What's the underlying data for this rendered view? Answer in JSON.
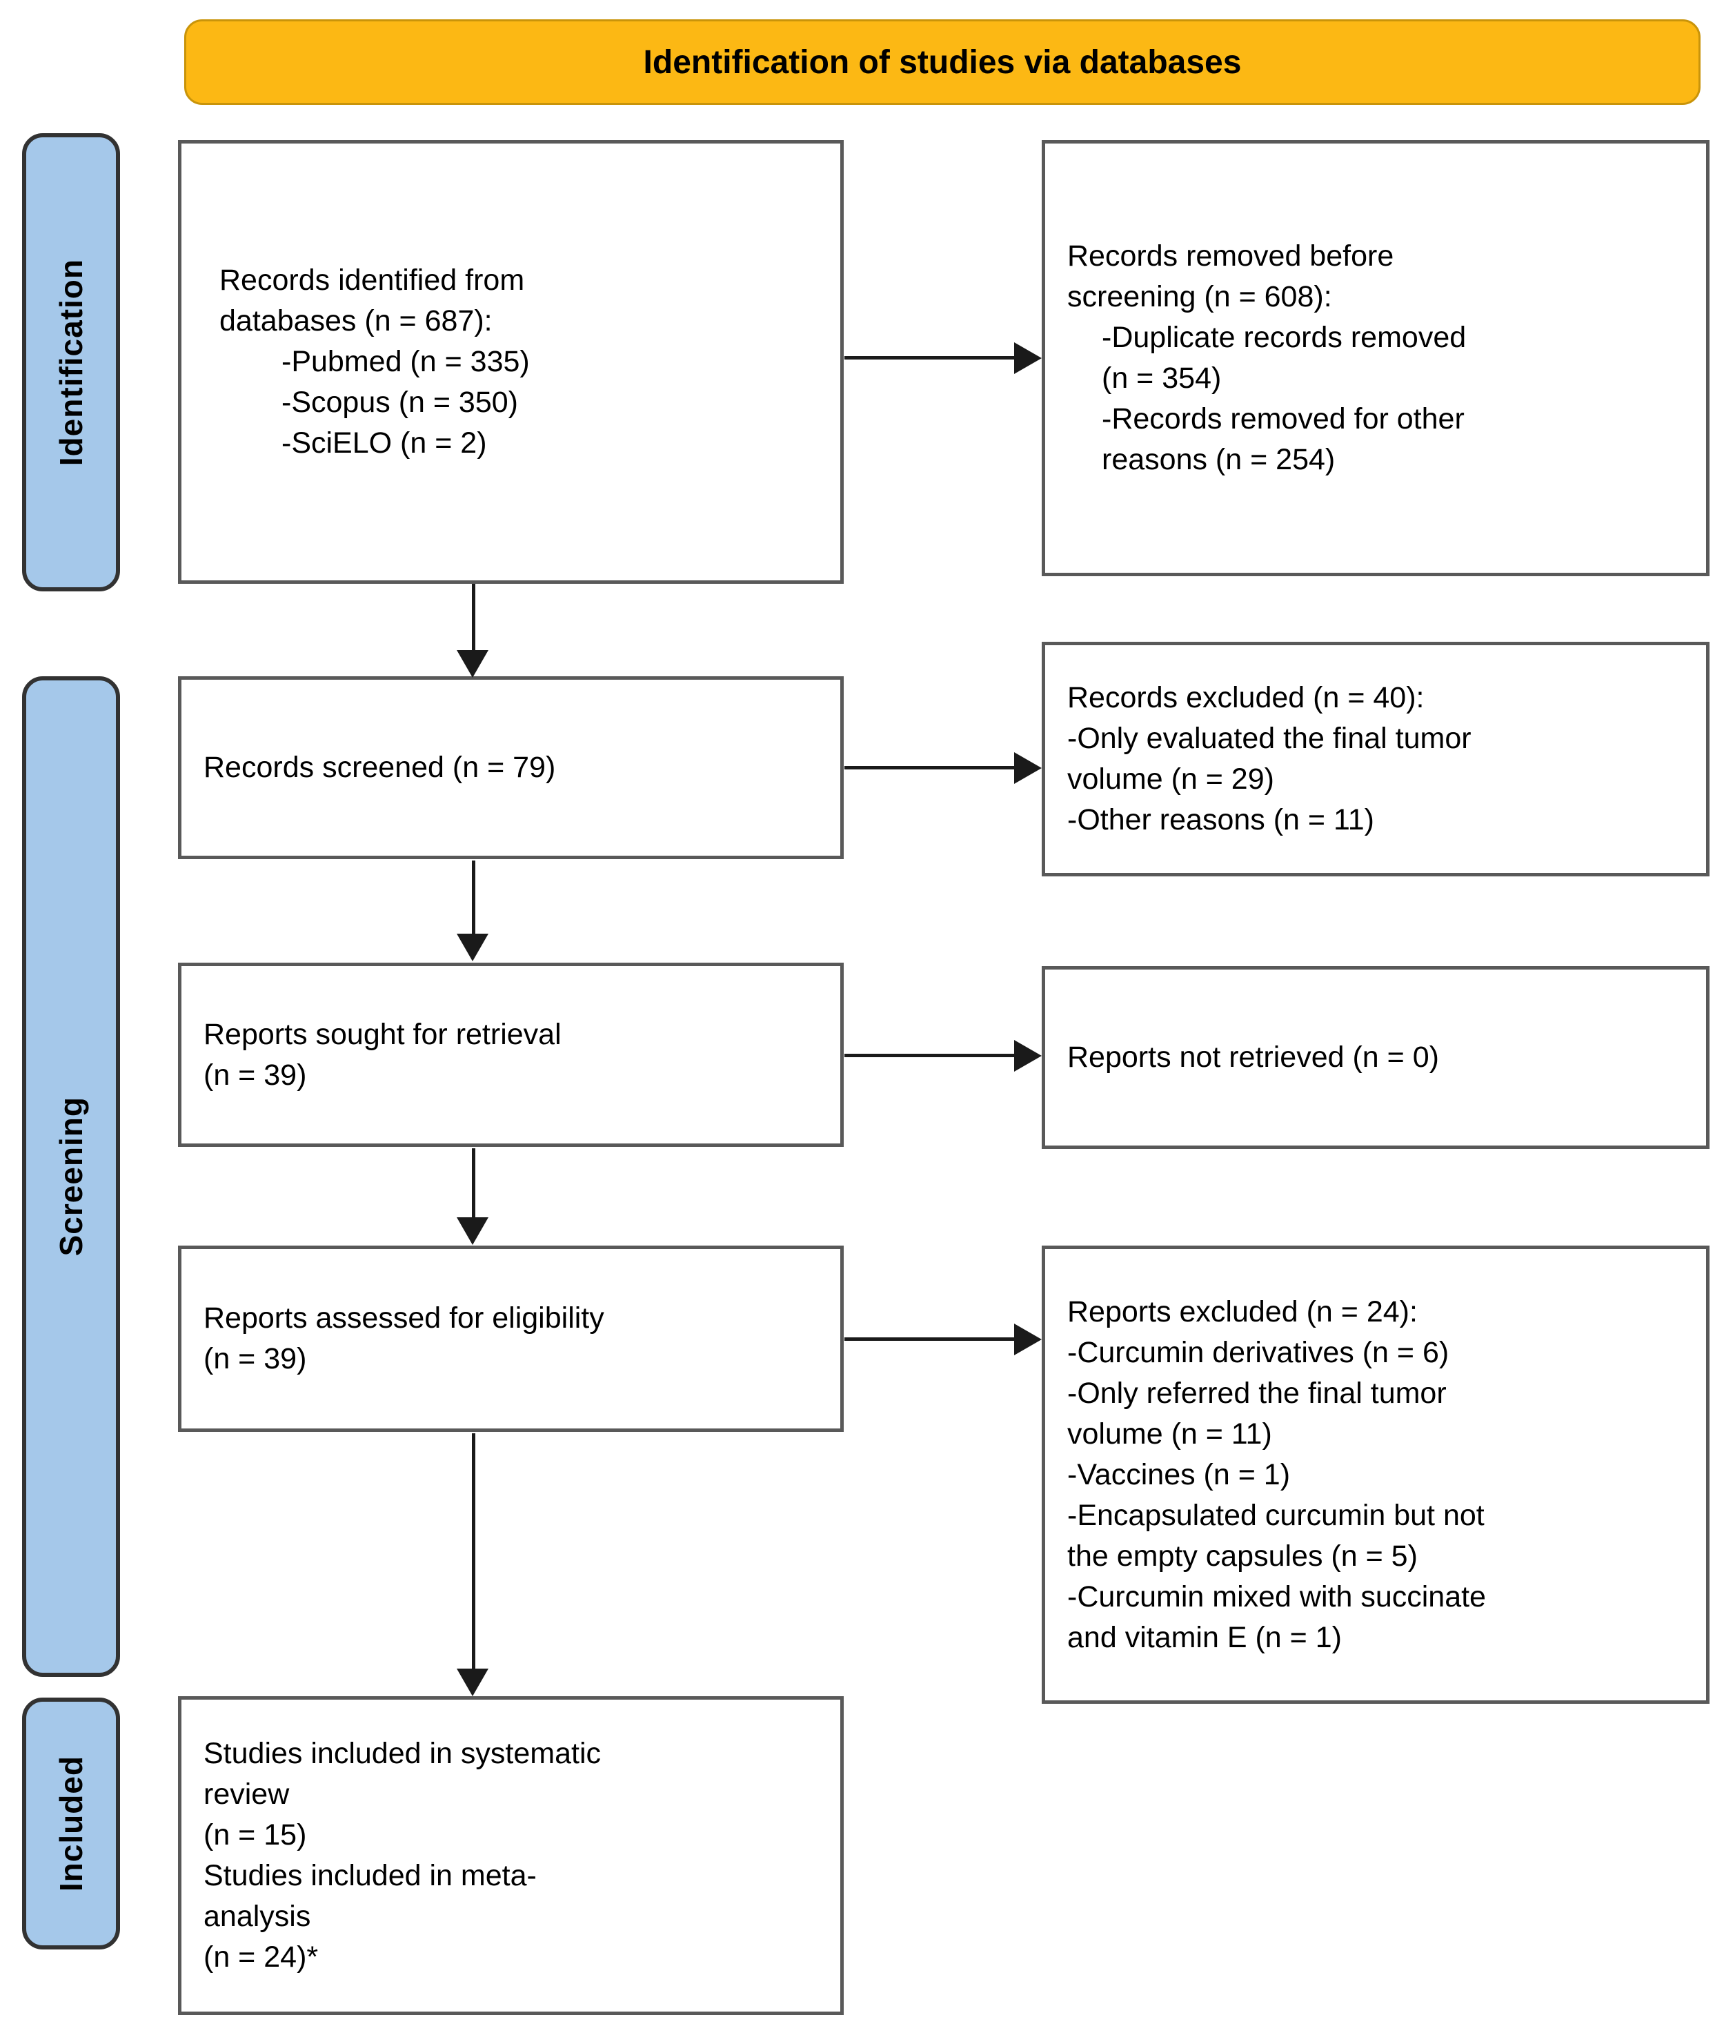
{
  "banner": {
    "title": "Identification of studies via databases"
  },
  "sidebar": {
    "identification": "Identification",
    "screening": "Screening",
    "included": "Included"
  },
  "boxes": {
    "records_identified": {
      "lines": [
        "Records identified from",
        "databases (n = 687):",
        "-Pubmed (n = 335)",
        "-Scopus (n = 350)",
        "-SciELO (n = 2)"
      ]
    },
    "records_removed": {
      "lines": [
        "Records removed before",
        "screening (n = 608):",
        "-Duplicate records removed",
        "(n = 354)",
        "-Records removed for other",
        "reasons (n = 254)"
      ]
    },
    "records_screened": {
      "lines": [
        "Records screened (n = 79)"
      ]
    },
    "records_excluded": {
      "lines": [
        "Records excluded (n = 40):",
        "-Only evaluated the final tumor",
        "volume (n = 29)",
        "-Other reasons (n = 11)"
      ]
    },
    "reports_sought": {
      "lines": [
        "Reports sought for retrieval",
        "(n = 39)"
      ]
    },
    "reports_not_retrieved": {
      "lines": [
        "Reports not retrieved (n = 0)"
      ]
    },
    "reports_assessed": {
      "lines": [
        "Reports assessed for eligibility",
        "(n = 39)"
      ]
    },
    "reports_excluded": {
      "lines": [
        "Reports excluded (n = 24):",
        "-Curcumin derivatives (n = 6)",
        "-Only referred the final tumor",
        "volume (n = 11)",
        "-Vaccines (n = 1)",
        "-Encapsulated curcumin but not",
        "the empty capsules (n = 5)",
        "-Curcumin mixed with succinate",
        "and vitamin E (n = 1)"
      ]
    },
    "studies_included": {
      "lines": [
        "Studies included in systematic",
        "review",
        "(n = 15)",
        "Studies included in meta-",
        "analysis",
        "(n = 24)*"
      ]
    }
  },
  "colors": {
    "banner_bg": "#FCB814",
    "banner_border": "#C9940A",
    "sidebar_bg": "#A5C8EA",
    "sidebar_border": "#323232",
    "box_border": "#595959",
    "arrow": "#1A1A1A"
  }
}
